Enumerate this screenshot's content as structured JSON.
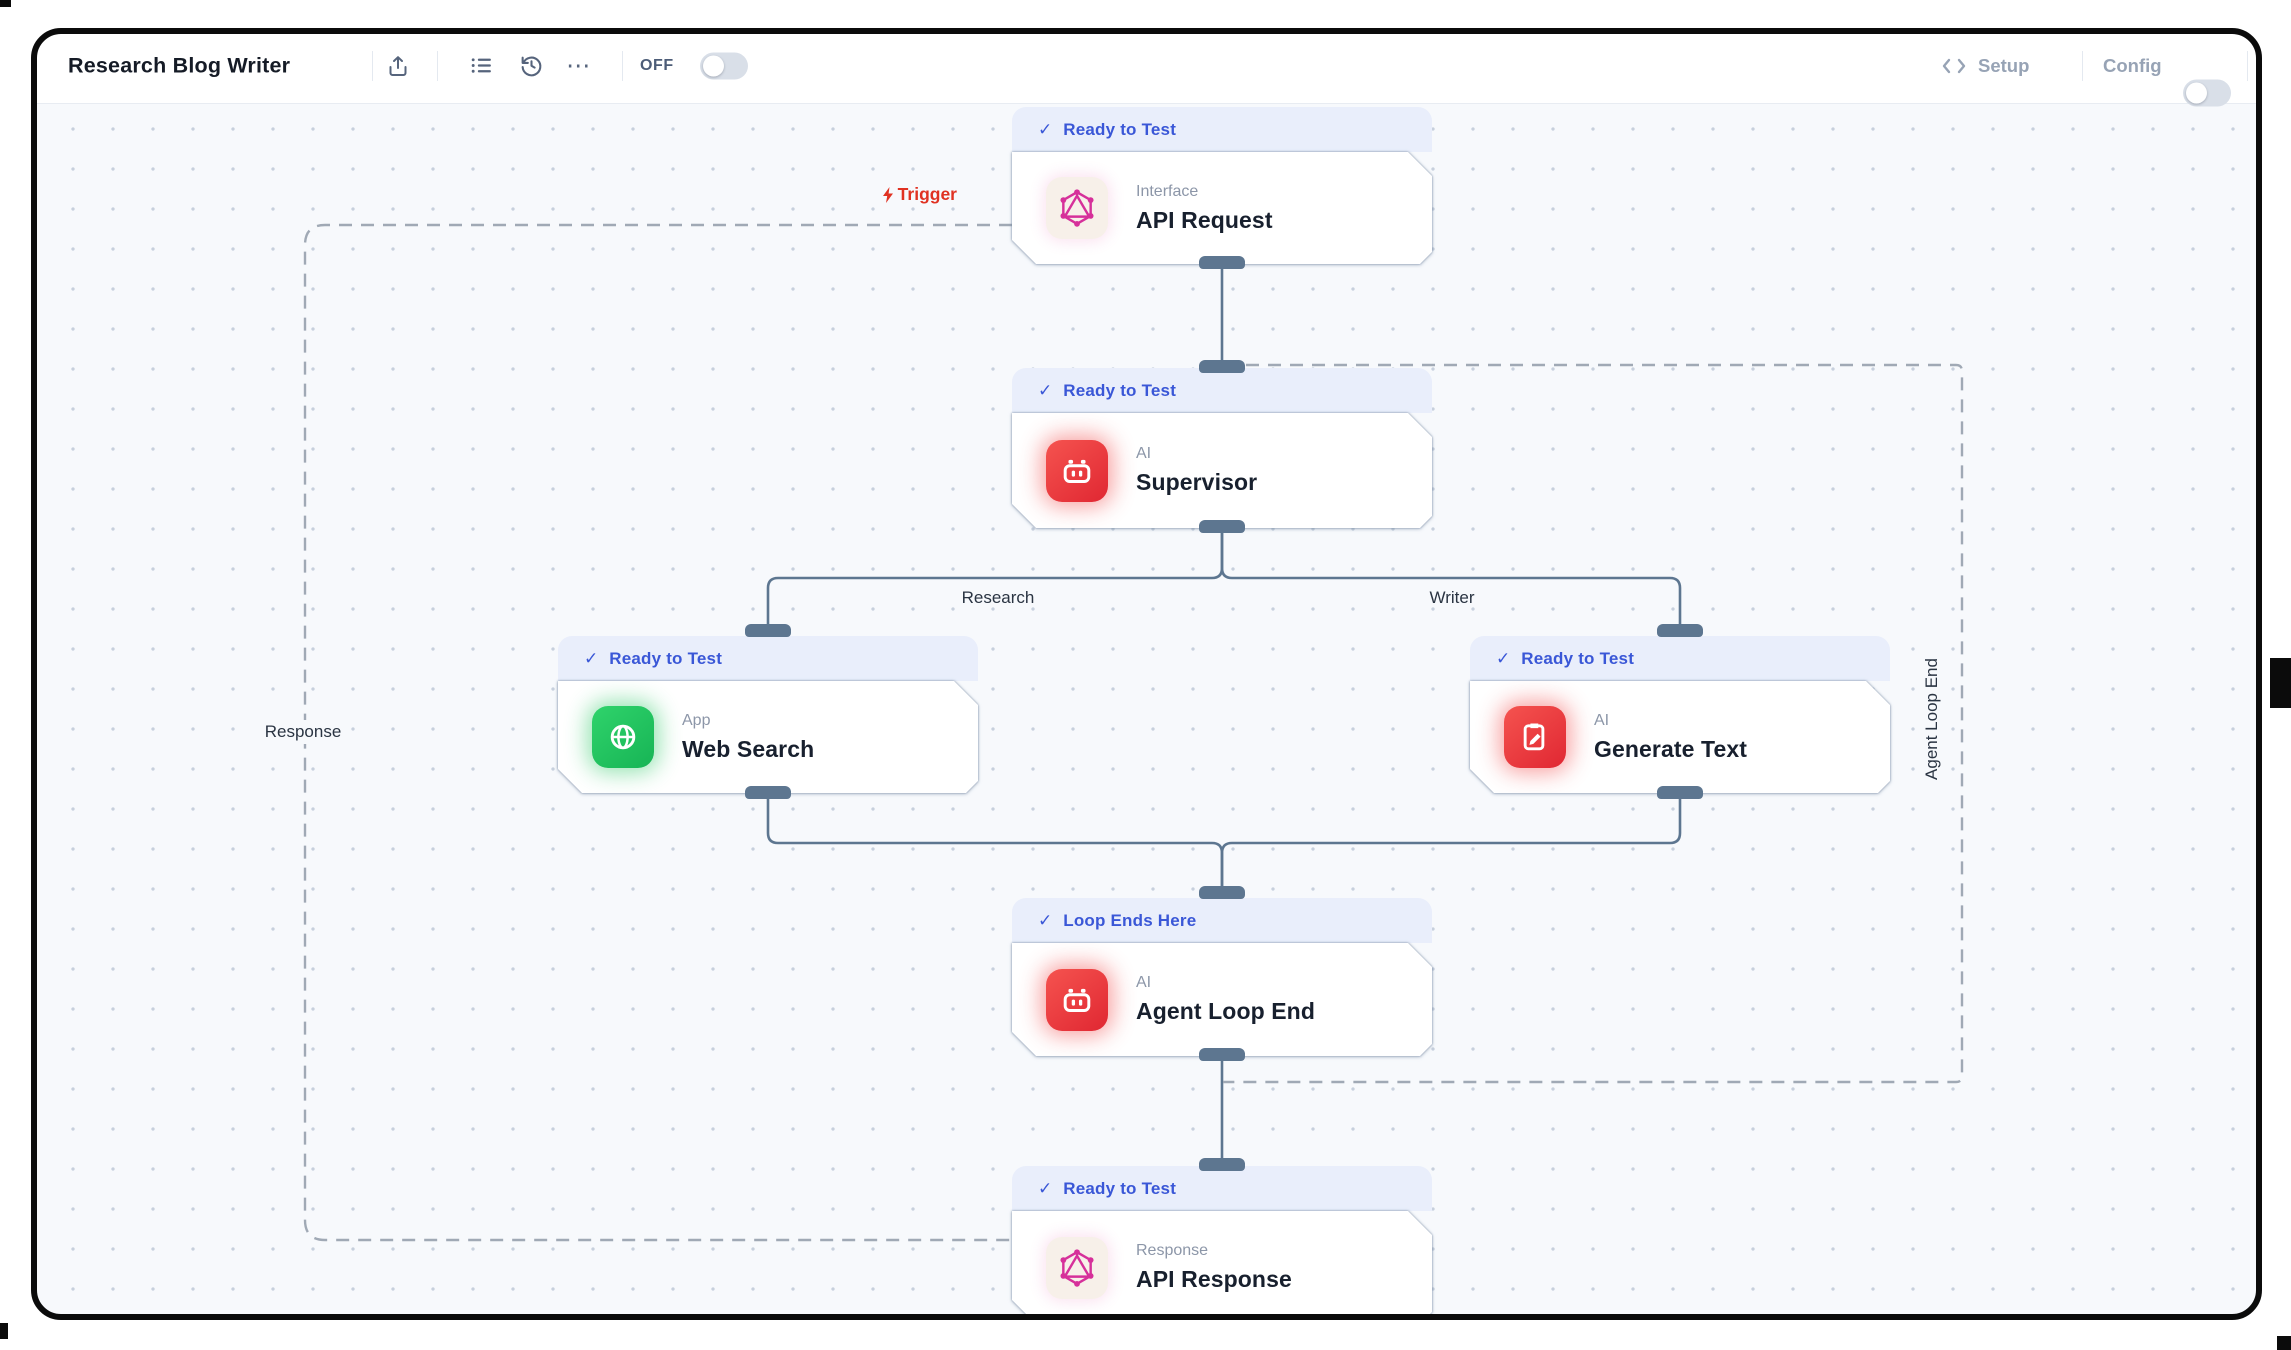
{
  "toolbar": {
    "title": "Research Blog Writer",
    "off_label": "OFF",
    "setup_label": "Setup",
    "config_label": "Config"
  },
  "glyphs": {
    "check": "✓",
    "ellipsis": "⋯"
  },
  "edge_labels": {
    "trigger": "Trigger",
    "research": "Research",
    "writer": "Writer",
    "response": "Response",
    "agent_loop_end": "Agent Loop End"
  },
  "nodes": [
    {
      "id": "api-request",
      "badge": "Ready to Test",
      "category": "Interface",
      "title": "API Request",
      "icon": "graphql-icon",
      "accent": "#d6309a"
    },
    {
      "id": "supervisor",
      "badge": "Ready to Test",
      "category": "AI",
      "title": "Supervisor",
      "icon": "robot-icon",
      "accent": "#e8363d"
    },
    {
      "id": "web-search",
      "badge": "Ready to Test",
      "category": "App",
      "title": "Web Search",
      "icon": "globe-icon",
      "accent": "#22c55e"
    },
    {
      "id": "generate-text",
      "badge": "Ready to Test",
      "category": "AI",
      "title": "Generate Text",
      "icon": "clipboard-pen-icon",
      "accent": "#e8363d"
    },
    {
      "id": "agent-loop-end",
      "badge": "Loop Ends Here",
      "category": "AI",
      "title": "Agent Loop End",
      "icon": "robot-icon",
      "accent": "#e8363d"
    },
    {
      "id": "api-response",
      "badge": "Ready to Test",
      "category": "Response",
      "title": "API Response",
      "icon": "graphql-icon",
      "accent": "#d6309a"
    }
  ],
  "toggles": {
    "workflow_enabled": "off",
    "config": "off"
  },
  "colors": {
    "status_text": "#3a57d7",
    "badge_bg": "#e9eefb",
    "connector": "#5d7690",
    "dashed": "#a0a9b5",
    "trigger_red": "#e03222",
    "canvas_bg": "#f7f9fc"
  }
}
